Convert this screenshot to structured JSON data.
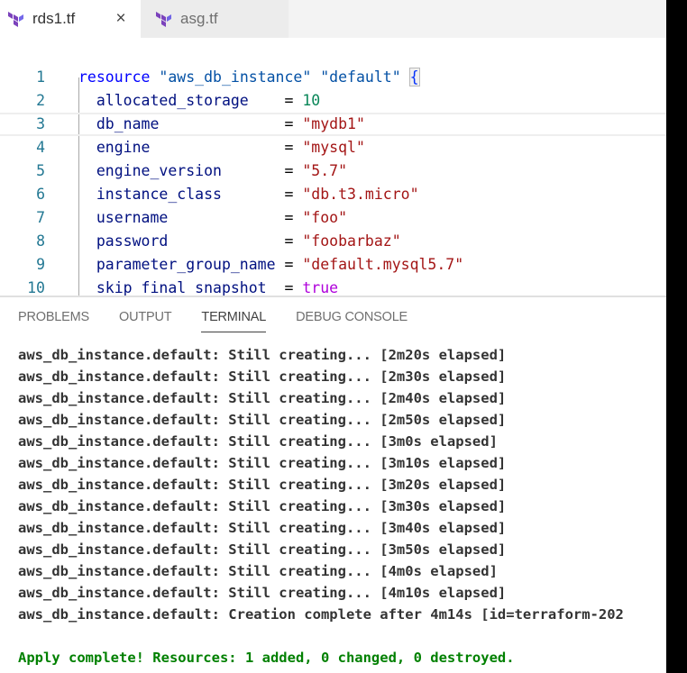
{
  "tabs": [
    {
      "label": "rds1.tf",
      "active": true,
      "close_icon": "×"
    },
    {
      "label": "asg.tf",
      "active": false
    }
  ],
  "editor": {
    "lines": [
      {
        "num": "1",
        "tokens": [
          [
            "kw",
            "resource"
          ],
          [
            "op",
            " "
          ],
          [
            "str-blue",
            "\"aws_db_instance\""
          ],
          [
            "op",
            " "
          ],
          [
            "str-blue",
            "\"default\""
          ],
          [
            "op",
            " "
          ],
          [
            "brace",
            "{"
          ]
        ]
      },
      {
        "num": "2",
        "tokens": [
          [
            "ident",
            "  allocated_storage"
          ],
          [
            "op",
            "    = "
          ],
          [
            "num",
            "10"
          ]
        ]
      },
      {
        "num": "3",
        "tokens": [
          [
            "ident",
            "  db_name"
          ],
          [
            "op",
            "              = "
          ],
          [
            "str",
            "\"mydb1\""
          ]
        ],
        "current": true
      },
      {
        "num": "4",
        "tokens": [
          [
            "ident",
            "  engine"
          ],
          [
            "op",
            "               = "
          ],
          [
            "str",
            "\"mysql\""
          ]
        ]
      },
      {
        "num": "5",
        "tokens": [
          [
            "ident",
            "  engine_version"
          ],
          [
            "op",
            "       = "
          ],
          [
            "str",
            "\"5.7\""
          ]
        ]
      },
      {
        "num": "6",
        "tokens": [
          [
            "ident",
            "  instance_class"
          ],
          [
            "op",
            "       = "
          ],
          [
            "str",
            "\"db.t3.micro\""
          ]
        ]
      },
      {
        "num": "7",
        "tokens": [
          [
            "ident",
            "  username"
          ],
          [
            "op",
            "             = "
          ],
          [
            "str",
            "\"foo\""
          ]
        ]
      },
      {
        "num": "8",
        "tokens": [
          [
            "ident",
            "  password"
          ],
          [
            "op",
            "             = "
          ],
          [
            "str",
            "\"foobarbaz\""
          ]
        ]
      },
      {
        "num": "9",
        "tokens": [
          [
            "ident",
            "  parameter_group_name"
          ],
          [
            "op",
            " = "
          ],
          [
            "str",
            "\"default.mysql5.7\""
          ]
        ]
      },
      {
        "num": "10",
        "tokens": [
          [
            "ident",
            "  skip_final_snapshot"
          ],
          [
            "op",
            "  = "
          ],
          [
            "bool",
            "true"
          ]
        ]
      }
    ]
  },
  "panel": {
    "tabs": [
      {
        "label": "PROBLEMS",
        "active": false
      },
      {
        "label": "OUTPUT",
        "active": false
      },
      {
        "label": "TERMINAL",
        "active": true
      },
      {
        "label": "DEBUG CONSOLE",
        "active": false
      }
    ],
    "terminal_lines": [
      {
        "text": "aws_db_instance.default: Still creating... [2m20s elapsed]",
        "type": "normal"
      },
      {
        "text": "aws_db_instance.default: Still creating... [2m30s elapsed]",
        "type": "normal"
      },
      {
        "text": "aws_db_instance.default: Still creating... [2m40s elapsed]",
        "type": "normal"
      },
      {
        "text": "aws_db_instance.default: Still creating... [2m50s elapsed]",
        "type": "normal"
      },
      {
        "text": "aws_db_instance.default: Still creating... [3m0s elapsed]",
        "type": "normal"
      },
      {
        "text": "aws_db_instance.default: Still creating... [3m10s elapsed]",
        "type": "normal"
      },
      {
        "text": "aws_db_instance.default: Still creating... [3m20s elapsed]",
        "type": "normal"
      },
      {
        "text": "aws_db_instance.default: Still creating... [3m30s elapsed]",
        "type": "normal"
      },
      {
        "text": "aws_db_instance.default: Still creating... [3m40s elapsed]",
        "type": "normal"
      },
      {
        "text": "aws_db_instance.default: Still creating... [3m50s elapsed]",
        "type": "normal"
      },
      {
        "text": "aws_db_instance.default: Still creating... [4m0s elapsed]",
        "type": "normal"
      },
      {
        "text": "aws_db_instance.default: Still creating... [4m10s elapsed]",
        "type": "normal"
      },
      {
        "text": "aws_db_instance.default: Creation complete after 4m14s [id=terraform-202",
        "type": "normal"
      },
      {
        "text": "",
        "type": "blank"
      },
      {
        "text": "Apply complete! Resources: 1 added, 0 changed, 0 destroyed.",
        "type": "success"
      }
    ]
  },
  "colors": {
    "terraform_purple": "#7b42bc",
    "success_green": "#008000",
    "line_number": "#237893"
  }
}
